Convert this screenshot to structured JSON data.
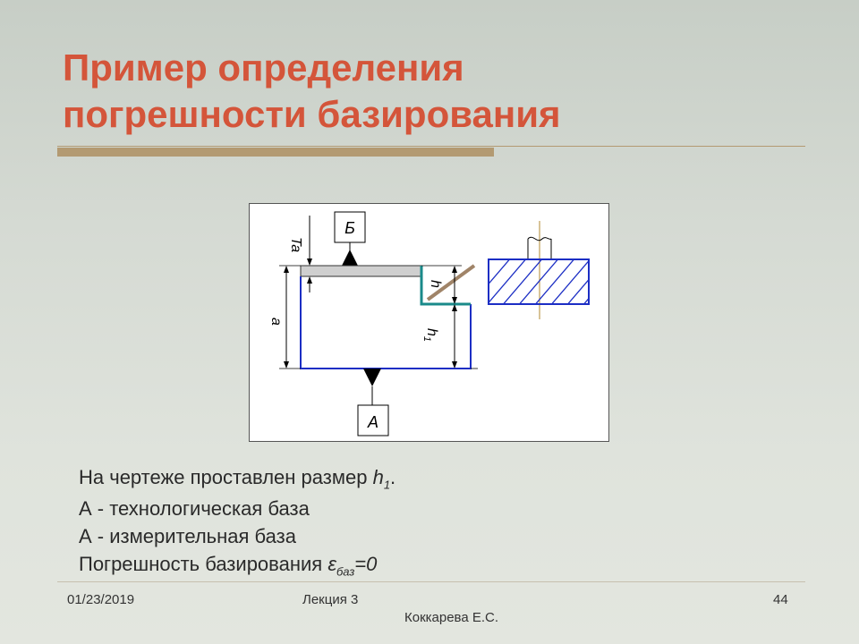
{
  "slide": {
    "title_line1": "Пример определения",
    "title_line2": "погрешности базирования"
  },
  "figure": {
    "label_top_box": "Б",
    "label_bottom_box": "А",
    "dim_ta": "Ta",
    "dim_a": "a",
    "dim_h": "h",
    "dim_h1": "h",
    "dim_h1_sub": "1"
  },
  "body": {
    "line1_prefix": "На чертеже проставлен размер ",
    "line1_var": "h",
    "line1_sub": "1",
    "line1_suffix": ".",
    "line2": "А - технологическая база",
    "line3": "А - измерительная база",
    "line4_prefix": "Погрешность базирования ",
    "line4_var": "ε",
    "line4_sub": "баз",
    "line4_suffix": "=0"
  },
  "footer": {
    "date": "01/23/2019",
    "lecture": "Лекция 3",
    "author": "Коккарева Е.С.",
    "page": "44"
  },
  "colors": {
    "title": "#d4553a",
    "accent_rule": "#b39a72",
    "outline_blue": "#1c2ec4",
    "teal_edge": "#1a8a8a",
    "tool_brown": "#a08468"
  }
}
